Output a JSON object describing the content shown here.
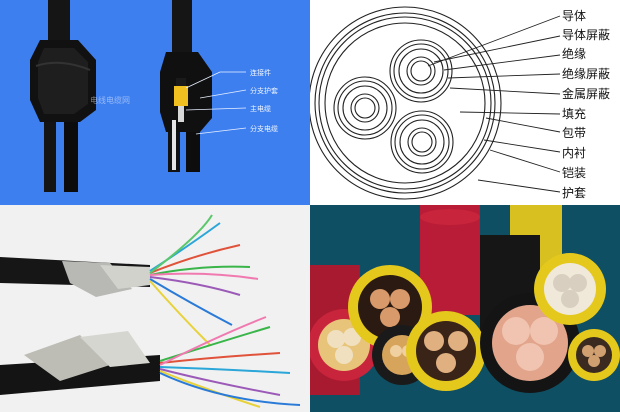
{
  "top_left": {
    "joint_labels": [
      "连接件",
      "分支护套",
      "主电缆",
      "分支电缆"
    ],
    "watermark": "电线电缆网"
  },
  "top_right": {
    "layer_labels": [
      "导体",
      "导体屏蔽",
      "绝缘",
      "绝缘屏蔽",
      "金属屏蔽",
      "填充",
      "包带",
      "内衬",
      "铠装",
      "护套"
    ]
  },
  "colors": {
    "background_blue": "#3e7ff0",
    "cable_black": "#111111",
    "joint_yellow": "#f0c020",
    "sheath_red": "#c8243c",
    "sheath_yellow": "#e4c81c"
  }
}
